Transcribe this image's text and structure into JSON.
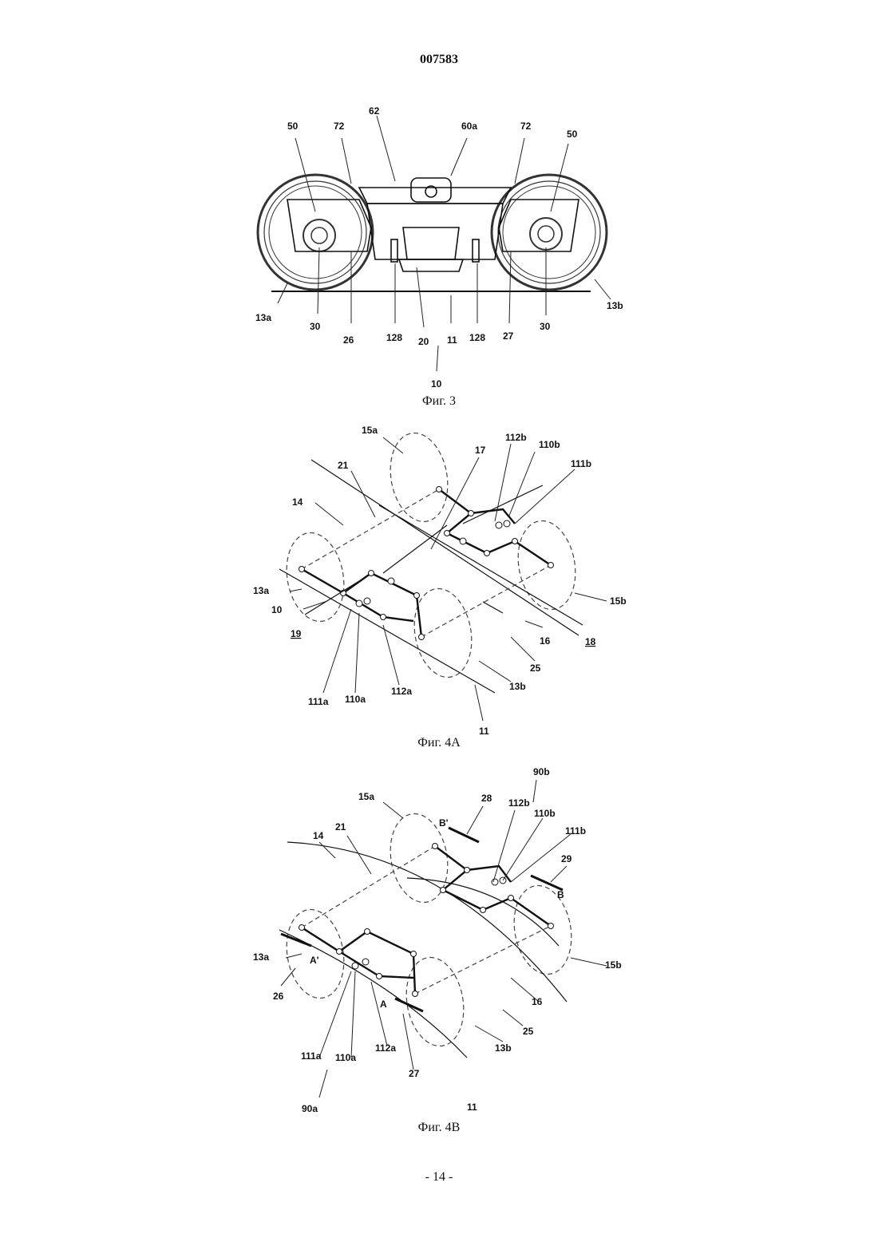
{
  "header": {
    "doc_number": "007583"
  },
  "figures": [
    {
      "caption": "Фиг. 3",
      "labels": [
        "50",
        "72",
        "62",
        "60a",
        "72",
        "50",
        "13a",
        "30",
        "26",
        "128",
        "20",
        "11",
        "128",
        "27",
        "30",
        "13b",
        "10"
      ]
    },
    {
      "caption": "Фиг. 4A",
      "labels": [
        "15a",
        "112b",
        "110b",
        "17",
        "111b",
        "21",
        "14",
        "13a",
        "10",
        "19",
        "15b",
        "18",
        "16",
        "25",
        "111a",
        "110a",
        "112a",
        "13b",
        "11"
      ]
    },
    {
      "caption": "Фиг. 4B",
      "labels": [
        "90b",
        "15a",
        "28",
        "112b",
        "B'",
        "110b",
        "21",
        "14",
        "111b",
        "29",
        "B",
        "13a",
        "A'",
        "26",
        "15b",
        "16",
        "A",
        "25",
        "111a",
        "110a",
        "112a",
        "13b",
        "27",
        "11",
        "90a"
      ]
    }
  ],
  "footer": {
    "page_number": "- 14 -"
  }
}
